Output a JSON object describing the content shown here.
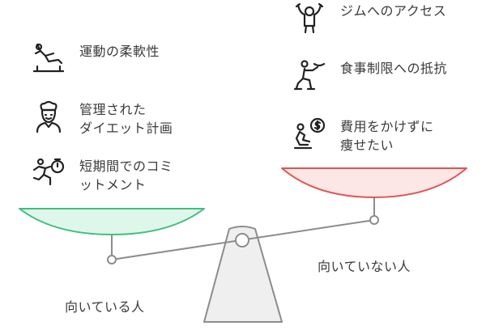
{
  "left_group": {
    "caption": "向いている人",
    "color": "#3fbf7f",
    "fill": "#dff7ea",
    "items": [
      {
        "icon": "stretching-person-icon",
        "label": "運動の柔軟性"
      },
      {
        "icon": "chef-icon",
        "label": "管理された\nダイエット計画"
      },
      {
        "icon": "running-with-stopwatch-icon",
        "label": "短期間でのコミ\nットメント"
      }
    ]
  },
  "right_group": {
    "caption": "向いていない人",
    "color": "#e05555",
    "fill": "#fde6e6",
    "items": [
      {
        "icon": "gym-flexing-icon",
        "label": "ジムへのアクセス"
      },
      {
        "icon": "holding-plate-icon",
        "label": "食事制限への抵抗"
      },
      {
        "icon": "money-worried-person-icon",
        "label": "費用をかけずに\n痩せたい"
      }
    ]
  }
}
